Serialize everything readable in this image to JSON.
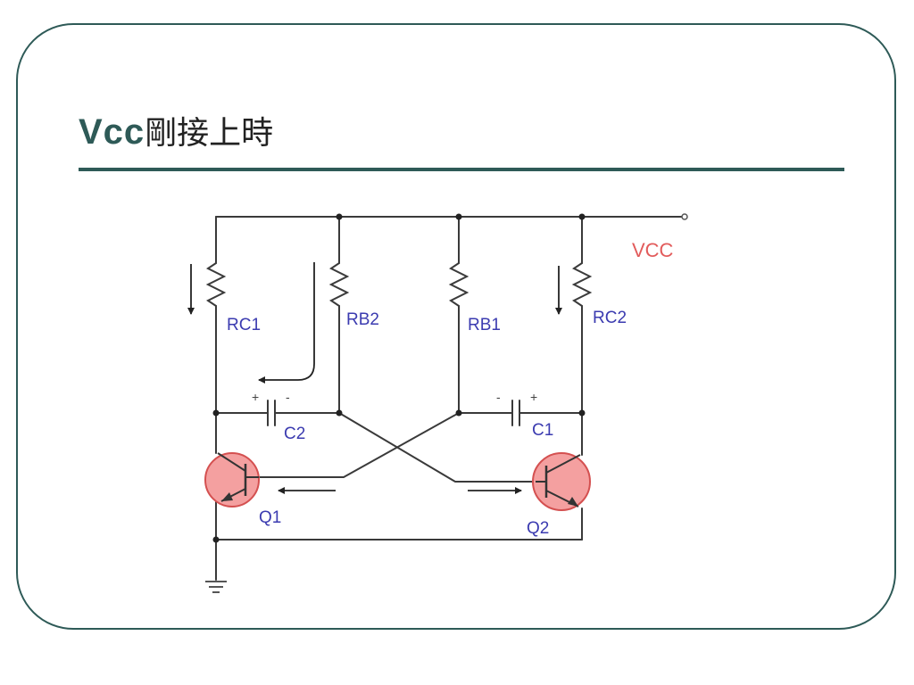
{
  "slide": {
    "title_en": "Vcc",
    "title_zh": "剛接上時"
  },
  "circuit": {
    "supply_label": "VCC",
    "resistors": [
      "RC1",
      "RB2",
      "RB1",
      "RC2"
    ],
    "capacitors": [
      "C2",
      "C1"
    ],
    "transistors": [
      "Q1",
      "Q2"
    ],
    "capacitor_polarity": {
      "c2_left": "+",
      "c2_right": "-",
      "c1_left": "-",
      "c1_right": "+"
    },
    "colors": {
      "frame": "#2e5a57",
      "wire": "#3a3a3a",
      "transistor_fill": "#f4a0a0",
      "transistor_stroke": "#d45050",
      "component_label": "#3b3bb0",
      "vcc_label": "#e25b5b"
    }
  }
}
